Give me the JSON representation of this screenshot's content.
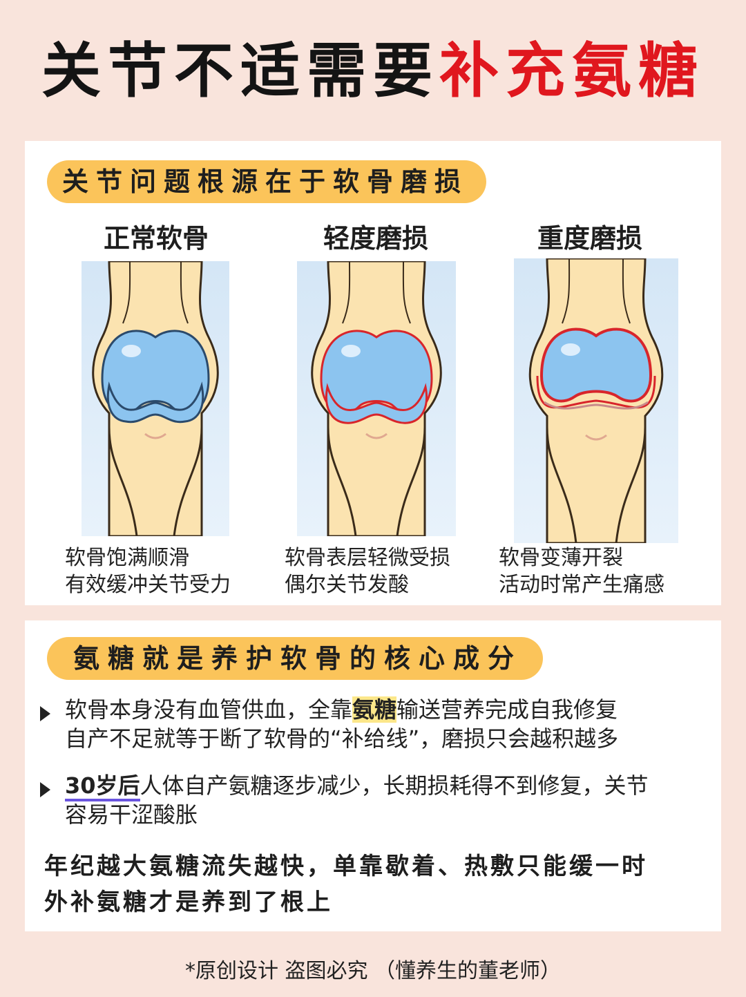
{
  "title": {
    "part1": "关节不适需要",
    "part2": "补充氨糖"
  },
  "section1": {
    "heading": "关节问题根源在于软骨磨损",
    "stages": [
      {
        "title": "正常软骨",
        "line1": "软骨饱满顺滑",
        "line2": "有效缓冲关节受力"
      },
      {
        "title": "轻度磨损",
        "line1": "软骨表层轻微受损",
        "line2": "偶尔关节发酸"
      },
      {
        "title": "重度磨损",
        "line1": "软骨变薄开裂",
        "line2": "活动时常产生痛感"
      }
    ]
  },
  "section2": {
    "heading": "氨糖就是养护软骨的核心成分",
    "bullet1": {
      "pre": "软骨本身没有血管供血，全靠",
      "highlight": "氨糖",
      "post": "输送营养完成自我修复",
      "line2": "自产不足就等于断了软骨的“补给线”，磨损只会越积越多"
    },
    "bullet2": {
      "underline": "30岁后",
      "post": "人体自产氨糖逐步减少，长期损耗得不到修复，关节",
      "line2": "容易干涩酸胀"
    },
    "closing": {
      "line1": "年纪越大氨糖流失越快，单靠歇着、热敷只能缓一时",
      "line2": "外补氨糖才是养到了根上"
    }
  },
  "footer": "*原创设计 盗图必究 （懂养生的董老师）",
  "colors": {
    "background": "#f9e4dc",
    "accent_red": "#e0171e",
    "pill": "#fbc45a",
    "highlight": "#fce78a",
    "underline": "#6a55e0",
    "cartilage": "#7ab8ea",
    "bone": "#fbe3b0",
    "inflamed": "#d8252b"
  }
}
